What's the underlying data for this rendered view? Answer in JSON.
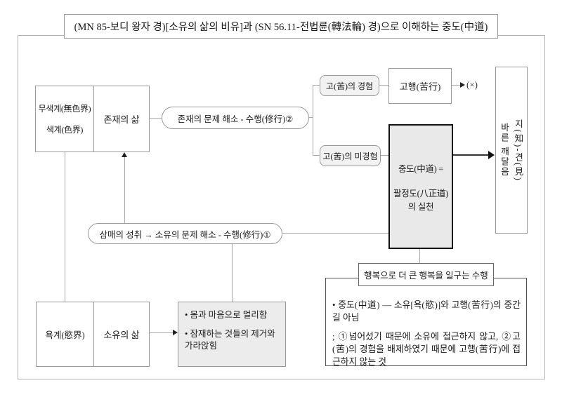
{
  "title": "(MN 85-보디 왕자 경)[소유의 삶의 비유]과 (SN 56.11-전법륜(轉法輪) 경)으로 이해하는 중도(中道)",
  "nodes": {
    "realms_top": {
      "left_line1": "무색계(無色界)",
      "left_line2": "색계(色界)",
      "right": "존재의 삶"
    },
    "realms_bottom": {
      "left": "욕계(慾界)",
      "right": "소유의 삶"
    },
    "oval_existence": "존재의 문제 해소 - 수행(修行)②",
    "pill_pain_experience": "고(苦)의 경험",
    "box_asceticism": "고행(苦行)",
    "rejected_mark": "(×)",
    "pill_pain_unexperienced": "고(苦)의 미경험",
    "box_middle_way": {
      "line1": "중도(中道) =",
      "line2": "팔정도(八正道)",
      "line3": "의 실천"
    },
    "box_awakening": {
      "left_col": "바른 깨달음",
      "right_col": "지(知)-견(見)"
    },
    "oval_samadhi": "삼매의 성취 → 소유의 문제 해소 - 수행(修行)①",
    "box_seclusion": {
      "bullet1": "• 몸과 마음으로 멀리함",
      "bullet2": "• 잠재하는 것들의 제거와 가라앉힘"
    },
    "box_happiness_title": "행복으로 더 큰 행복을 일구는 수행",
    "box_note": {
      "para1": "• 중도(中道) — 소유[욕(慾)]와 고행(苦行)의 중간 길 아님",
      "para2": "; ①넘어섰기 때문에 소유에 접근하지 않고, ②고(苦)의 경험을 배제하였기 때문에 고행(苦行)에 접근하지 않는 것"
    }
  },
  "colors": {
    "border_gray": "#999999",
    "line_gray": "#aaaaaa",
    "pill_fill": "#f2f2f2",
    "middle_way_fill": "#e9e9e9",
    "seclusion_fill": "#ececec",
    "arrow_dark": "#111111",
    "text": "#1a1a1a"
  }
}
